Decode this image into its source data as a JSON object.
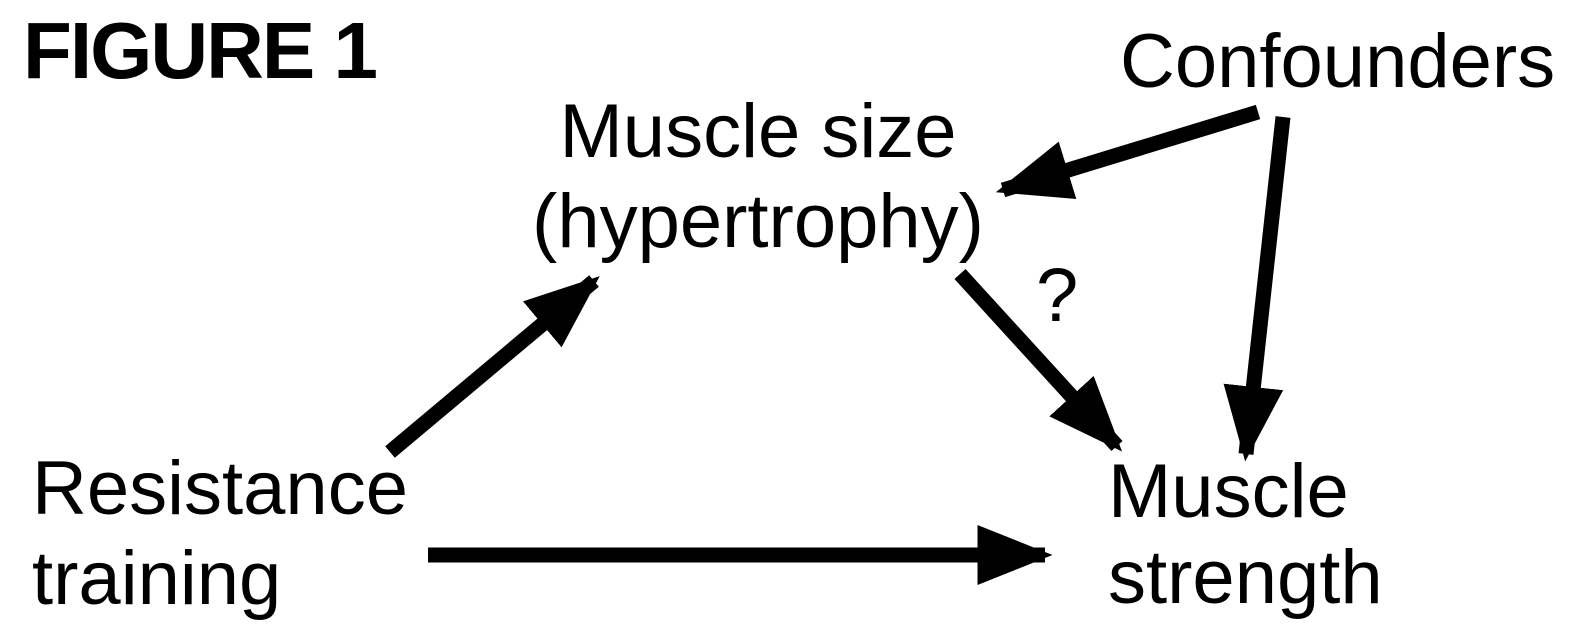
{
  "figure_label": "FIGURE 1",
  "nodes": {
    "resistance_training": {
      "lines": [
        "Resistance",
        "training"
      ]
    },
    "muscle_size": {
      "lines": [
        "Muscle size",
        "(hypertrophy)"
      ]
    },
    "muscle_strength": {
      "lines": [
        "Muscle",
        "strength"
      ]
    },
    "confounders": {
      "lines": [
        "Confounders"
      ]
    }
  },
  "edges": [
    {
      "from": "Resistance training",
      "to": "Muscle size (hypertrophy)",
      "label": ""
    },
    {
      "from": "Resistance training",
      "to": "Muscle strength",
      "label": ""
    },
    {
      "from": "Muscle size (hypertrophy)",
      "to": "Muscle strength",
      "label": "?"
    },
    {
      "from": "Confounders",
      "to": "Muscle size (hypertrophy)",
      "label": ""
    },
    {
      "from": "Confounders",
      "to": "Muscle strength",
      "label": ""
    }
  ],
  "colors": {
    "ink": "#000000",
    "background": "#ffffff"
  }
}
